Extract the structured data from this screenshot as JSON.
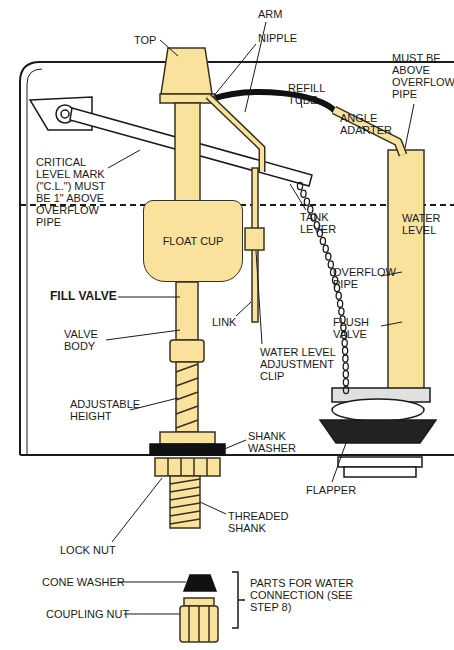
{
  "diagram": {
    "nodes": [
      {
        "text": [
          "FLOAT CUP"
        ]
      }
    ],
    "labels": [
      "TOP",
      "ARM",
      "NIPPLE",
      "MUST BE ABOVE OVERFLOW PIPE",
      "REFILL TUBE",
      "ANGLE ADAPTER",
      "CRITICAL LEVEL MARK (\"C.L.\") MUST BE 1\" ABOVE OVERFLOW PIPE",
      "TANK LEVER",
      "WATER LEVEL",
      "OVERFLOW PIPE",
      "FLUSH VALVE",
      "FILL VALVE",
      "VALVE BODY",
      "LINK",
      "WATER LEVEL ADJUSTMENT CLIP",
      "ADJUSTABLE HEIGHT",
      "SHANK WASHER",
      "FLAPPER",
      "LOCK NUT",
      "THREADED SHANK",
      "CONE WASHER",
      "COUPLING NUT",
      "PARTS FOR WATER CONNECTION (SEE STEP 8)"
    ]
  }
}
